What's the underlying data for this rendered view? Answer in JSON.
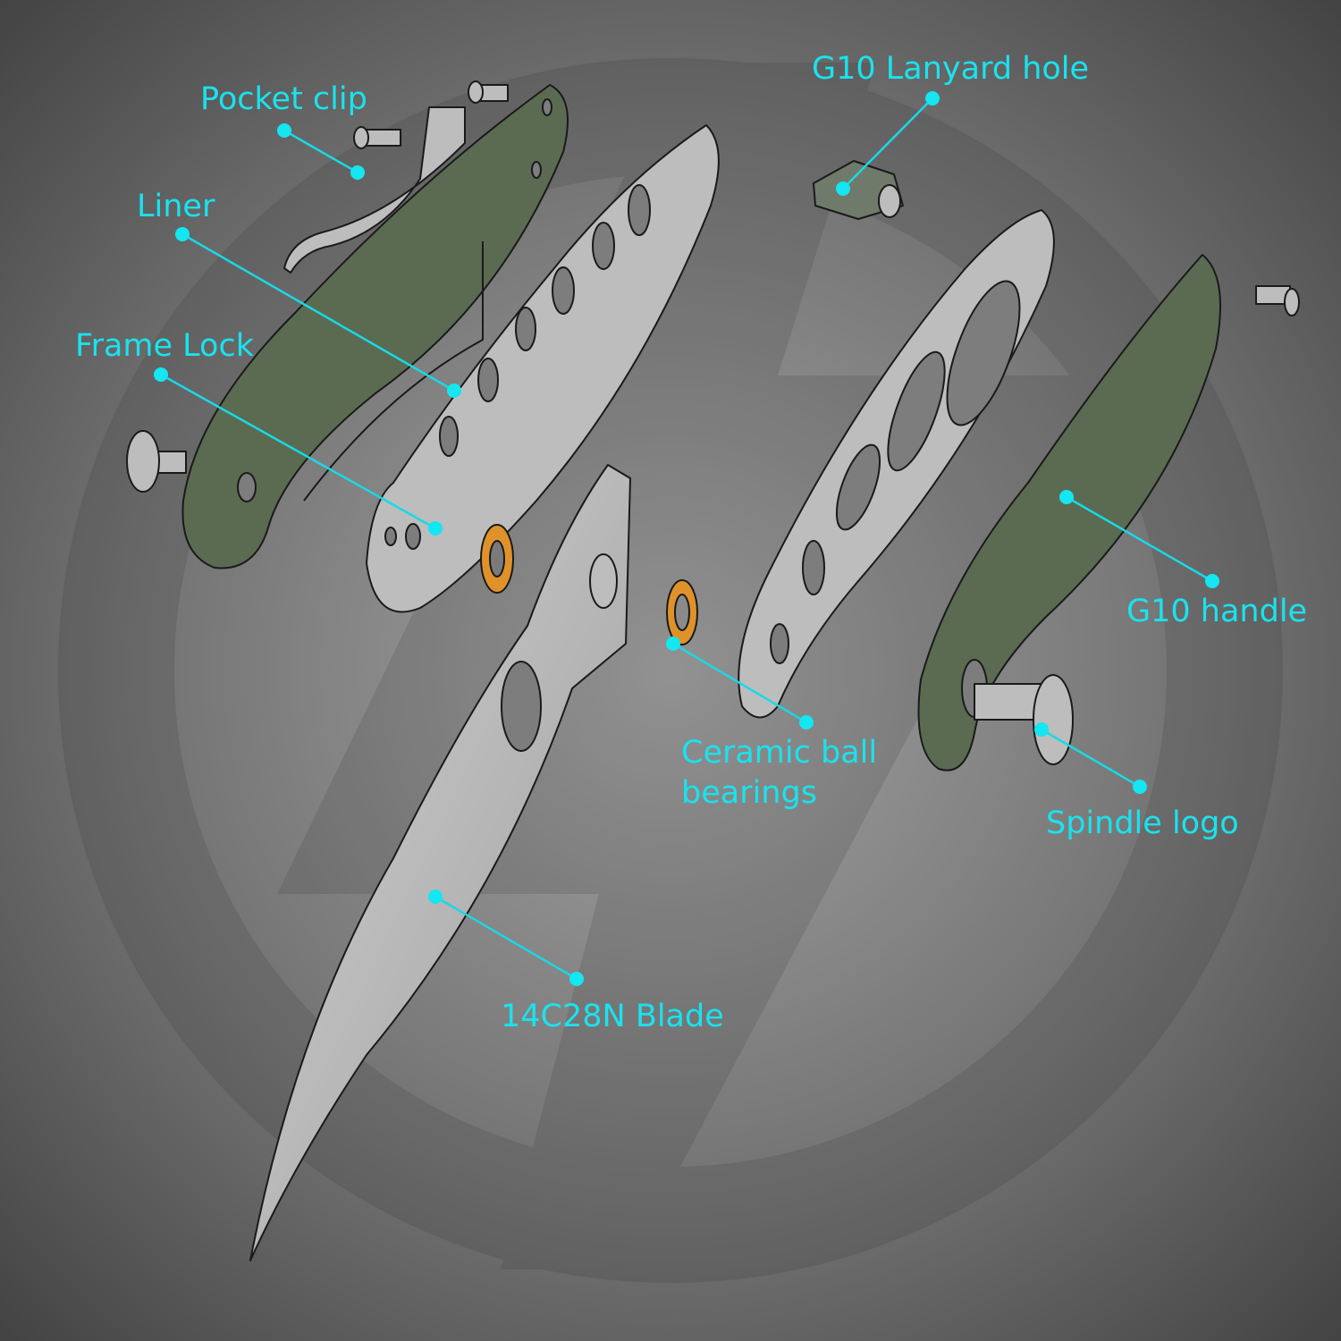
{
  "labels": {
    "pocket_clip": "Pocket clip",
    "liner": "Liner",
    "frame_lock": "Frame Lock",
    "lanyard_hole": "G10 Lanyard hole",
    "g10_handle": "G10 handle",
    "bearings_line1": "Ceramic ball",
    "bearings_line2": "bearings",
    "spindle_logo": "Spindle logo",
    "blade": "14C28N Blade"
  },
  "colors": {
    "label": "#19e3ef",
    "g10": "#5a6b52",
    "steel": "#bdbdbd",
    "bearing": "#e0922a"
  }
}
